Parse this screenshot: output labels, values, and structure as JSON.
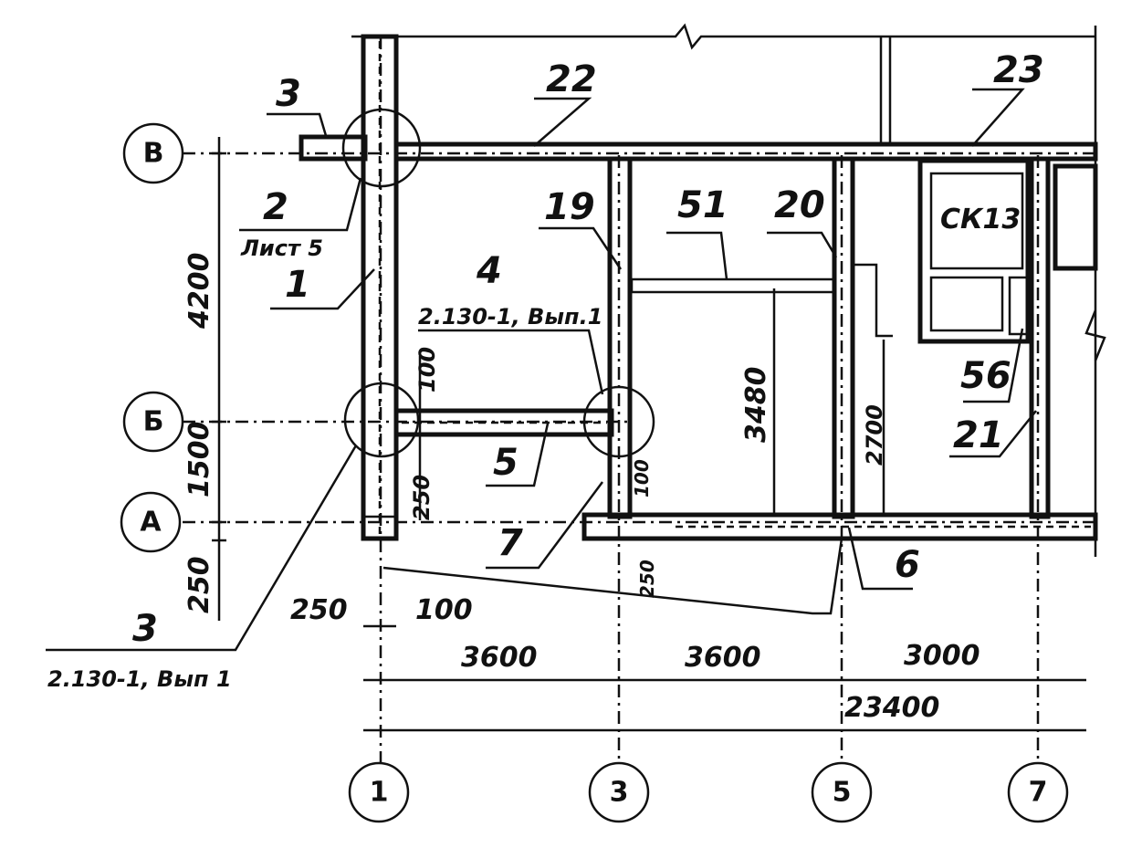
{
  "axes": {
    "rows": [
      {
        "label": "В"
      },
      {
        "label": "Б"
      },
      {
        "label": "А"
      }
    ],
    "cols": [
      {
        "label": "1"
      },
      {
        "label": "3"
      },
      {
        "label": "5"
      },
      {
        "label": "7"
      }
    ]
  },
  "dimensions": {
    "d4200": "4200",
    "d1500": "1500",
    "d250_left": "250",
    "d250_bottom": "250",
    "d100_bottom": "100",
    "d100_vertical": "100",
    "d250_vertical": "250",
    "d100_small": "100",
    "d250_small": "250",
    "d3480": "3480",
    "d2700": "2700",
    "d3600_a": "3600",
    "d3600_b": "3600",
    "d3000": "3000",
    "d23400": "23400"
  },
  "callouts": {
    "c1": "1",
    "c2": "2",
    "c2_sub": "Лист 5",
    "c3_top": "3",
    "c3_bottom": "3",
    "c3_bottom_sub": "2.130-1, Вып 1",
    "c4": "4",
    "c4_sub": "2.130-1, Вып.1",
    "c5": "5",
    "c6": "6",
    "c7": "7",
    "c19": "19",
    "c20": "20",
    "c21": "21",
    "c22": "22",
    "c23": "23",
    "c51": "51",
    "c56": "56",
    "ck13": "СК13"
  }
}
